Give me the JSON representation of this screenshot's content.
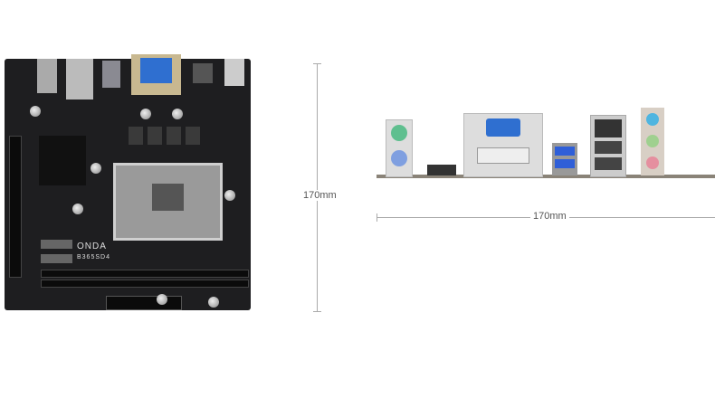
{
  "board": {
    "brand_logo": "ONDA",
    "model_logo": "B365SD4"
  },
  "dimensions": {
    "height_label": "170mm",
    "width_label": "170mm"
  },
  "colors": {
    "pcb": "#1e1e20",
    "vga": "#2f6fd0",
    "usb3": "#2f5fd8",
    "ps2_mouse": "#5fbf8f",
    "ps2_keyboard": "#7f9fe0",
    "audio_blue": "#4fb5e0",
    "audio_green": "#9fd08f",
    "audio_pink": "#e58f9f"
  }
}
